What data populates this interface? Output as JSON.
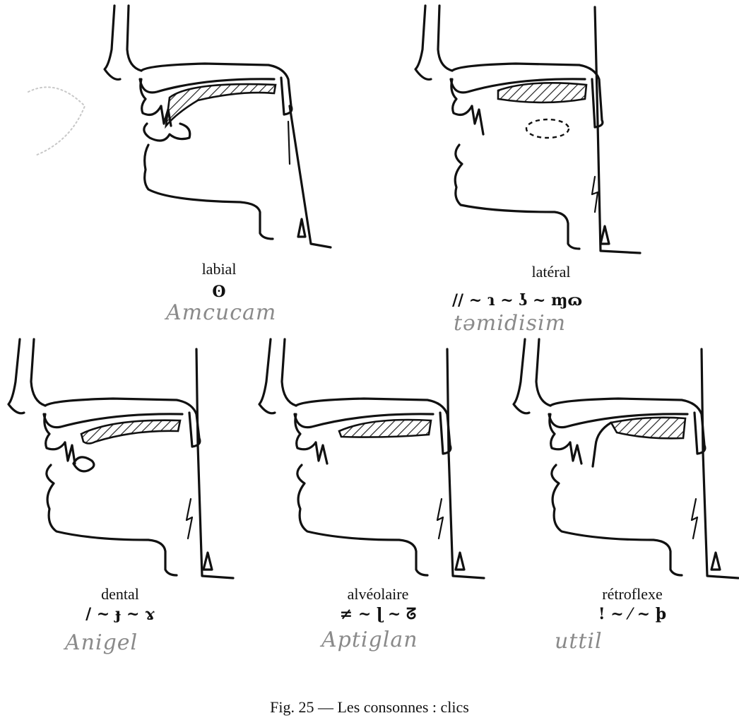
{
  "panels": [
    {
      "id": "labial",
      "label": "labial",
      "symbols": "ʘ",
      "handwritten": "Amcucam"
    },
    {
      "id": "lateral",
      "label": "latéral",
      "symbols": "// ~ ɿ ~ ʖ ~ ɱɷ",
      "handwritten": "tǝmidisim"
    },
    {
      "id": "dental",
      "label": "dental",
      "symbols": "/ ~ ɟ ~ ɤ",
      "handwritten": "Anigel"
    },
    {
      "id": "alveolar",
      "label": "alvéolaire",
      "symbols": "≠ ~ ɭ ~ ᘔ",
      "handwritten": "Aptiglan"
    },
    {
      "id": "retroflex",
      "label": "rétroflexe",
      "symbols": "! ~ ⁄ ~ þ",
      "handwritten": "uttil"
    }
  ],
  "caption": "Fig. 25 — Les consonnes : clics",
  "icons": [
    "sagittal-head-diagram",
    "glottis-triangle-icon",
    "hatched-tongue-contact"
  ]
}
